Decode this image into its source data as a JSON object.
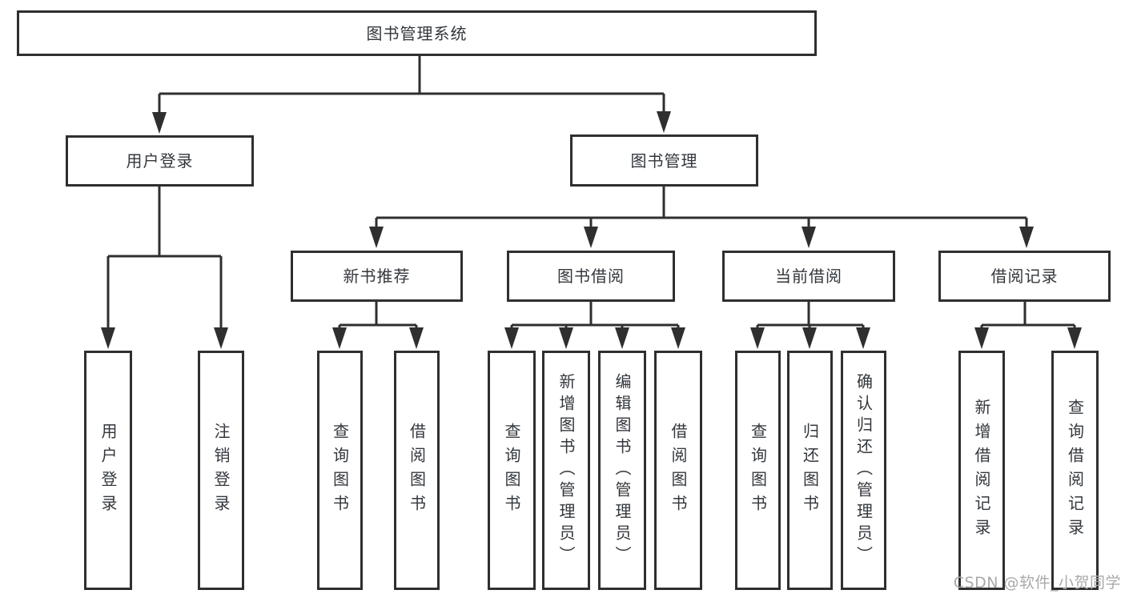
{
  "nodes": {
    "root": {
      "label": "图书管理系统"
    },
    "user_login": {
      "label": "用户登录"
    },
    "book_mgmt": {
      "label": "图书管理"
    },
    "new_book_rec": {
      "label": "新书推荐"
    },
    "book_borrow": {
      "label": "图书借阅"
    },
    "current_borrow": {
      "label": "当前借阅"
    },
    "borrow_records": {
      "label": "借阅记录"
    },
    "leaves": {
      "user_login": {
        "label": "用户登录"
      },
      "logout": {
        "label": "注销登录"
      },
      "nbr_query_books": {
        "label": "查询图书"
      },
      "nbr_borrow_books": {
        "label": "借阅图书"
      },
      "bb_query_books": {
        "label": "查询图书"
      },
      "bb_add_books": {
        "label": "新增图书（管理员）"
      },
      "bb_edit_books": {
        "label": "编辑图书（管理员）"
      },
      "bb_borrow_books": {
        "label": "借阅图书"
      },
      "cb_query_books": {
        "label": "查询图书"
      },
      "cb_return_books": {
        "label": "归还图书"
      },
      "cb_confirm_return": {
        "label": "确认归还（管理员）"
      },
      "br_add_record": {
        "label": "新增借阅记录"
      },
      "br_query_record": {
        "label": "查询借阅记录"
      }
    }
  },
  "watermark": {
    "text": "CSDN @软件_小贺同学"
  },
  "colors": {
    "line": "#2f2f2f",
    "box_border": "#2f2f2f",
    "text": "#33373c",
    "box_background": "#ffffff",
    "page_background": "#ffffff",
    "watermark": "#a9a9a9"
  }
}
